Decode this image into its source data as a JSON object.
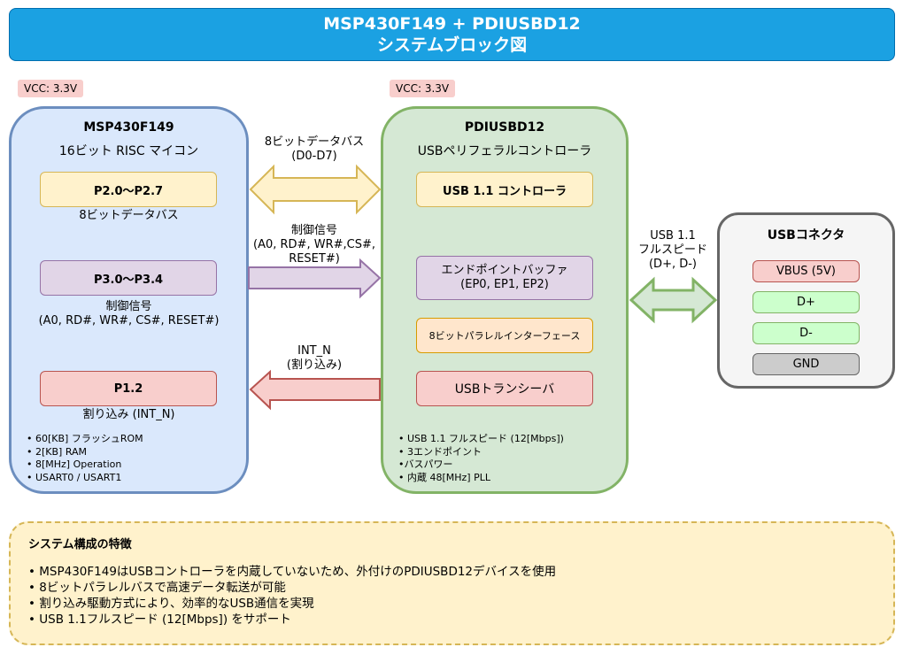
{
  "header": {
    "title_line1": "MSP430F149 + PDIUSBD12",
    "title_line2": "システムブロック図"
  },
  "mcu": {
    "vcc": "VCC: 3.3V",
    "name": "MSP430F149",
    "subtitle": "16ビット RISC マイコン",
    "ports": [
      {
        "label": "P2.0〜P2.7",
        "caption_lines": [
          "8ビットデータバス"
        ]
      },
      {
        "label": "P3.0〜P3.4",
        "caption_lines": [
          "制御信号",
          "(A0, RD#, WR#, CS#, RESET#)"
        ]
      },
      {
        "label": "P1.2",
        "caption_lines": [
          "割り込み (INT_N)"
        ]
      }
    ],
    "specs": [
      "• 60[KB] フラッシュROM",
      "• 2[KB] RAM",
      "• 8[MHz] Operation",
      "• USART0 / USART1"
    ]
  },
  "links": {
    "data_bus": [
      "8ビットデータバス",
      "(D0-D7)"
    ],
    "control": [
      "制御信号",
      "(A0, RD#, WR#,CS#,",
      "RESET#)"
    ],
    "interrupt": [
      "INT_N",
      "(割り込み)"
    ],
    "usb": [
      "USB 1.1",
      "フルスピード",
      "(D+, D-)"
    ]
  },
  "usb_controller": {
    "vcc": "VCC: 3.3V",
    "name": "PDIUSBD12",
    "subtitle": "USBペリフェラルコントローラ",
    "modules": [
      {
        "lines": [
          "USB 1.1 コントローラ"
        ]
      },
      {
        "lines": [
          "エンドポイントバッファ",
          "(EP0, EP1, EP2)"
        ]
      },
      {
        "lines": [
          "8ビットパラレルインターフェース"
        ]
      },
      {
        "lines": [
          "USBトランシーバ"
        ]
      }
    ],
    "specs": [
      "• USB 1.1 フルスピード (12[Mbps])",
      "• 3エンドポイント",
      "•バスパワー",
      "• 内蔵 48[MHz] PLL"
    ]
  },
  "connector": {
    "name": "USBコネクタ",
    "pins": [
      "VBUS (5V)",
      "D+",
      "D-",
      "GND"
    ]
  },
  "features": {
    "title": "システム構成の特徴",
    "items": [
      "• MSP430F149はUSBコントローラを内蔵していないため、外付けのPDIUSBD12デバイスを使用",
      "• 8ビットパラレルバスで高速データ転送が可能",
      "• 割り込み駆動方式により、効率的なUSB通信を実現",
      "• USB 1.1フルスピード (12[Mbps]) をサポート"
    ]
  },
  "colors": {
    "title_bg": "#1ba1e2",
    "mcu_bg": "#dae8fc",
    "usb_bg": "#d5e8d4",
    "connector_bg": "#f5f5f5",
    "vcc_bg": "#f8cecc"
  }
}
